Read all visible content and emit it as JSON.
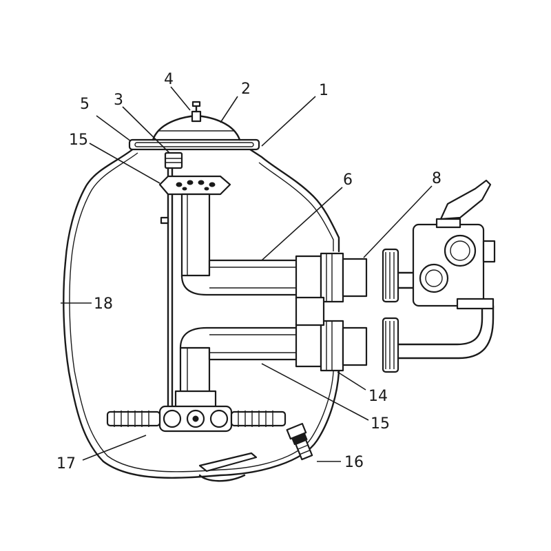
{
  "callouts": [
    {
      "id": "c1",
      "text": "1"
    },
    {
      "id": "c2",
      "text": "2"
    },
    {
      "id": "c3",
      "text": "3"
    },
    {
      "id": "c4",
      "text": "4"
    },
    {
      "id": "c5",
      "text": "5"
    },
    {
      "id": "c15a",
      "text": "15"
    },
    {
      "id": "c6",
      "text": "6"
    },
    {
      "id": "c8",
      "text": "8"
    },
    {
      "id": "c18",
      "text": "18"
    },
    {
      "id": "c14",
      "text": "14"
    },
    {
      "id": "c15b",
      "text": "15"
    },
    {
      "id": "c16",
      "text": "16"
    },
    {
      "id": "c17",
      "text": "17"
    }
  ]
}
